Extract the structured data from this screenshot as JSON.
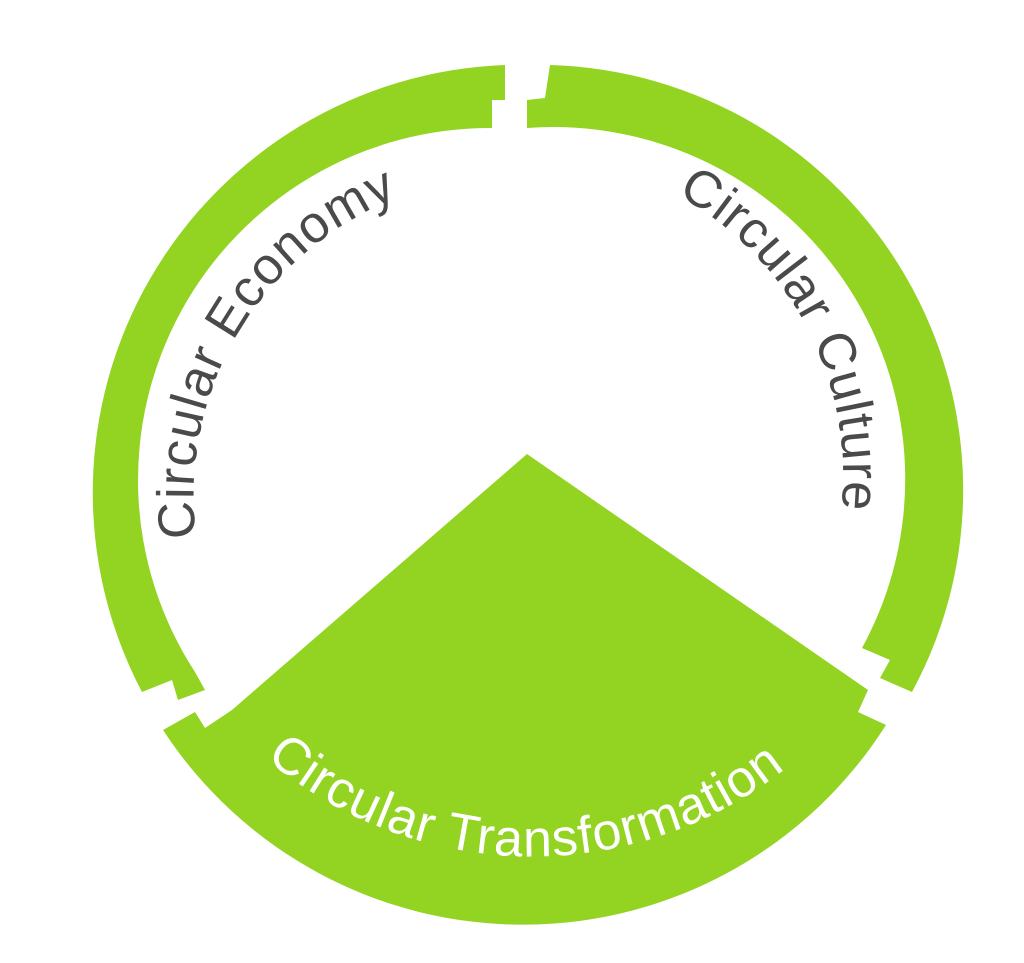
{
  "colors": {
    "accent": "#93d321",
    "label_dark": "#4a4a4a",
    "label_light": "#ffffff",
    "background": "#ffffff"
  },
  "segments": [
    {
      "id": "economy",
      "label": "Circular Economy"
    },
    {
      "id": "culture",
      "label": "Circular Culture"
    },
    {
      "id": "transformation",
      "label": "Circular Transformation",
      "highlighted": true
    }
  ]
}
